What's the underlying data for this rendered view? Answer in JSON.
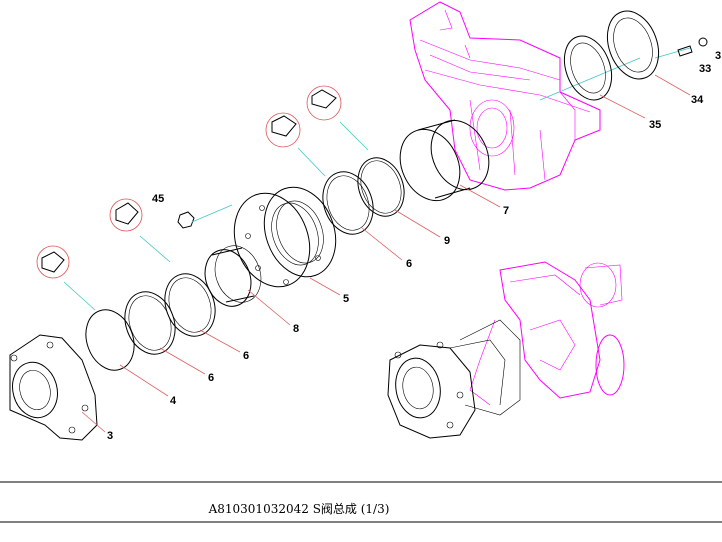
{
  "drawing": {
    "callouts": [
      "3",
      "33",
      "34",
      "35",
      "7",
      "45",
      "9",
      "6",
      "5",
      "8",
      "6",
      "6",
      "4",
      "3"
    ],
    "colors": {
      "line": "#000000",
      "leader": "#e06060",
      "highlight": "#ff00ff",
      "accent": "#40c8c8",
      "zoom": "#e05050"
    }
  },
  "footer": {
    "caption": "A810301032042 S阀总成 (1/3)"
  }
}
